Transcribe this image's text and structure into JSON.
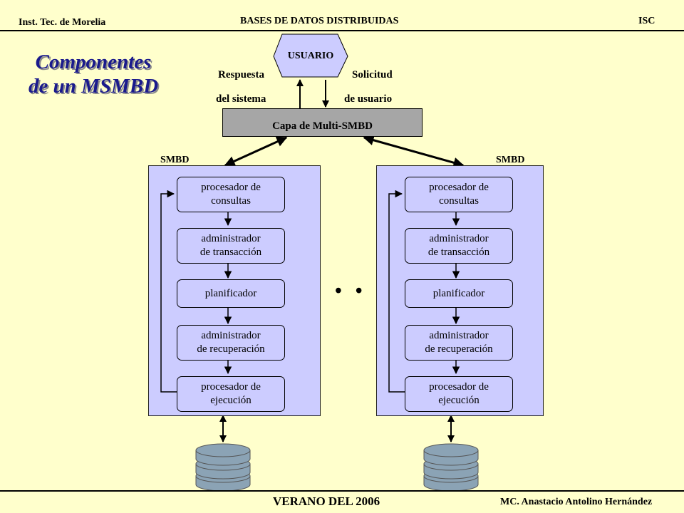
{
  "header": {
    "institution": "Inst. Tec. de Morelia",
    "course": "BASES DE DATOS DISTRIBUIDAS",
    "program": "ISC"
  },
  "title_line1": "Componentes",
  "title_line2": "de un MSMBD",
  "user_node": "USUARIO",
  "response_line1": "Respuesta",
  "response_line2": "del sistema",
  "request_line1": "Solicitud",
  "request_line2": "de usuario",
  "multi_layer": "Capa de Multi-SMBD",
  "smbd_left_label": "SMBD",
  "smbd_right_label": "SMBD",
  "components": [
    "procesador de\nconsultas",
    "administrador\nde transacción",
    "planificador",
    "administrador\nde recuperación",
    "procesador de\nejecución"
  ],
  "ellipsis": "• • •",
  "footer": {
    "term": "VERANO DEL 2006",
    "author": "MC. Anastacio Antolino Hernández"
  },
  "colors": {
    "background": "#ffffcc",
    "panel": "#ccccff",
    "layer": "#a6a6a6",
    "title": "#1a1a8c",
    "database": "#8ba3b5"
  }
}
